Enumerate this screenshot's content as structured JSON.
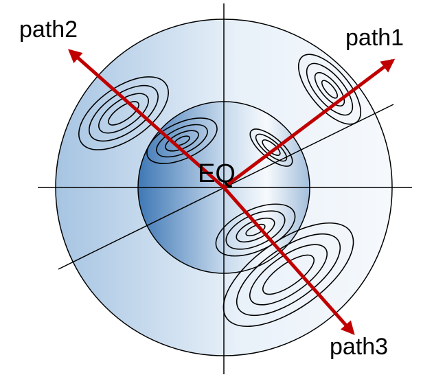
{
  "labels": {
    "path1": "path1",
    "path2": "path2",
    "path3": "path3",
    "center": "EQ"
  },
  "colors": {
    "arrow": "#c00000",
    "sphere_dark": "#4f86bf",
    "sphere_light": "#f4f8fc",
    "outer_light": "#eef4fa",
    "outer_dark": "#a9c6e2"
  }
}
